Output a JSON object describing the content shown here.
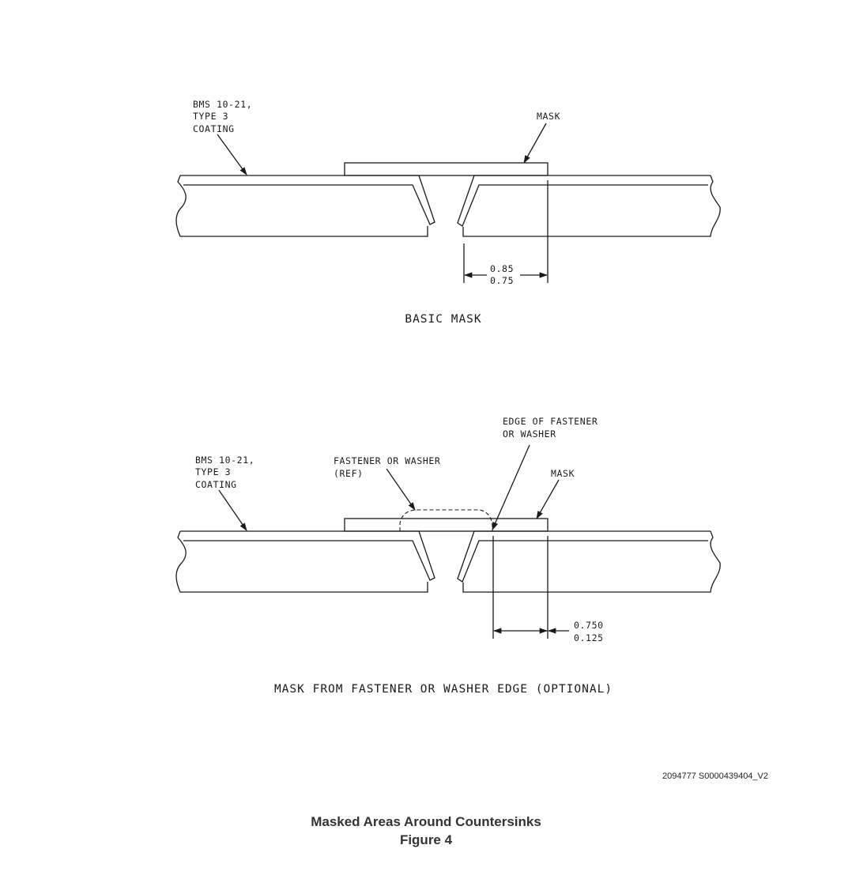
{
  "top_view": {
    "coating_label": [
      "BMS 10-21,",
      "TYPE 3",
      "COATING"
    ],
    "mask_label": "MASK",
    "dimension": [
      "0.85",
      "0.75"
    ],
    "caption": "BASIC MASK"
  },
  "bottom_view": {
    "coating_label": [
      "BMS 10-21,",
      "TYPE 3",
      "COATING"
    ],
    "fastener_label": [
      "FASTENER OR WASHER",
      "(REF)"
    ],
    "edge_label": [
      "EDGE OF FASTENER",
      "OR WASHER"
    ],
    "mask_label": "MASK",
    "dimension": [
      "0.750",
      "0.125"
    ],
    "caption": "MASK FROM FASTENER OR WASHER EDGE (OPTIONAL)"
  },
  "drawing_ref": "2094777 S0000439404_V2",
  "figure": {
    "title": "Masked Areas Around Countersinks",
    "number": "Figure 4"
  }
}
